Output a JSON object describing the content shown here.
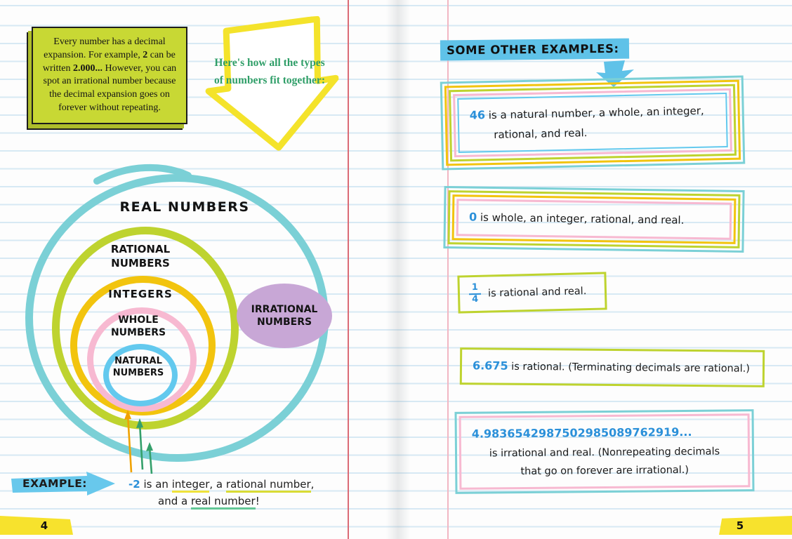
{
  "page": {
    "left_number": "4",
    "right_number": "5"
  },
  "colors": {
    "real_teal": "#7bd0d6",
    "rational_green": "#bed32f",
    "integer_yellow": "#f2c40e",
    "whole_pink": "#f7b9d1",
    "natural_blue": "#63c9ee",
    "irrational_purple": "#c8a7d6",
    "highlight_blue": "#5fc2e8",
    "highlight_yellow": "#f7e22d",
    "number_blue": "#2b90d9",
    "callout_green": "#2f9e68"
  },
  "note_box": {
    "seg1": "Every number has a decimal expansion. For example,",
    "bold1": "2",
    "seg2": "can be written",
    "bold2": "2.000...",
    "seg3": "However, you can spot an irrational number because the decimal expansion goes on forever without repeating."
  },
  "arrow_callout": {
    "text": "Here's how all the types of numbers fit together:"
  },
  "diagram": {
    "real": "REAL NUMBERS",
    "rational": "RATIONAL NUMBERS",
    "integers": "INTEGERS",
    "whole": "WHOLE NUMBERS",
    "natural": "NATURAL NUMBERS",
    "irrational": "IRRATIONAL NUMBERS"
  },
  "example": {
    "label": "EXAMPLE:",
    "number": "-2",
    "seg1": "is an",
    "integer": "integer",
    "seg2": ", a",
    "rational": "rational number",
    "seg3": ",",
    "seg4": "and a",
    "real": "real number",
    "seg5": "!"
  },
  "right": {
    "header": "SOME OTHER EXAMPLES:",
    "ex46": {
      "number": "46",
      "line1": "is a natural number, a whole, an integer,",
      "line2": "rational, and real."
    },
    "ex0": {
      "number": "0",
      "text": "is whole, an integer, rational, and real."
    },
    "exfrac": {
      "numerator": "1",
      "denominator": "4",
      "text": "is rational and real."
    },
    "ex6675": {
      "number": "6.675",
      "text": "is rational. (Terminating decimals are rational.)"
    },
    "exirr": {
      "number": "4.9836542987502985089762919...",
      "line1": "is irrational and real. (Nonrepeating decimals",
      "line2": "that go on forever are irrational.)"
    }
  }
}
